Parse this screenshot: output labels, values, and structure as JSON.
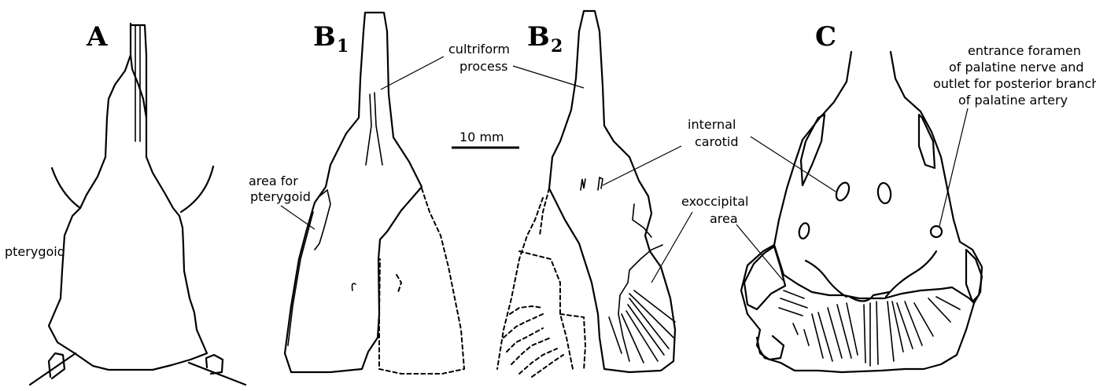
{
  "panels": {
    "a": {
      "letter": "A"
    },
    "b1": {
      "letter": "B",
      "sub": "1"
    },
    "b2": {
      "letter": "B",
      "sub": "2"
    },
    "c": {
      "letter": "C"
    }
  },
  "labels": {
    "pterygoid": "pterygoid",
    "area_for_pterygoid": [
      "area for",
      "pterygoid"
    ],
    "cultriform_process": [
      "cultriform",
      "process"
    ],
    "scale_bar": "10 mm",
    "internal_carotid": [
      "internal",
      "carotid"
    ],
    "exoccipital_area": [
      "exoccipital",
      "area"
    ],
    "entrance_foramen": [
      "entrance foramen",
      "of palatine nerve and",
      "outlet for posterior branch",
      "of palatine artery"
    ]
  }
}
